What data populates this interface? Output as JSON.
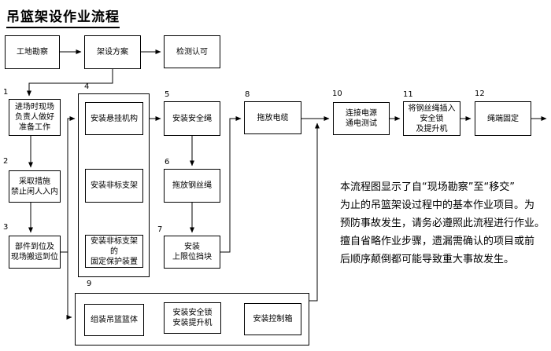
{
  "title": "吊篮架设作业流程",
  "steps": {
    "site_survey": {
      "label": "工地勘察"
    },
    "erection_plan": {
      "label": "架设方案"
    },
    "inspection": {
      "label": "检测认可"
    },
    "s1": {
      "num": "1",
      "label": "进场时现场\n负责人做好\n准备工作"
    },
    "s2": {
      "num": "2",
      "label": "采取措施\n禁止闲人入内"
    },
    "s3": {
      "num": "3",
      "label": "部件到位及\n现场搬运到位"
    },
    "g4": {
      "num": "4",
      "items": [
        {
          "label": "安装悬挂机构"
        },
        {
          "label": "安装非标支架"
        },
        {
          "label": "安装非标支架\n的\n固定保护装置"
        }
      ]
    },
    "s5": {
      "num": "5",
      "label": "安装安全绳"
    },
    "s6": {
      "num": "6",
      "label": "拖放钢丝绳"
    },
    "s7": {
      "num": "7",
      "label": "安装\n上限位挡块"
    },
    "s8": {
      "num": "8",
      "label": "拖放电缆"
    },
    "g9": {
      "num": "9",
      "items": [
        {
          "label": "组装吊篮篮体"
        },
        {
          "label": "安装安全锁\n安装提升机"
        },
        {
          "label": "安装控制箱"
        }
      ]
    },
    "s10": {
      "num": "10",
      "label": "连接电源\n通电测试"
    },
    "s11": {
      "num": "11",
      "label": "将钢丝绳插入\n安全锁\n及提升机"
    },
    "s12": {
      "num": "12",
      "label": "绳端固定"
    }
  },
  "note": "本流程图显示了自“现场勘察”至“移交”\n为止的吊篮架设过程中的基本作业项目。为\n预防事故发生，请务必遵照此流程进行作业。\n擅自省略作业步骤，遗漏需确认的项目或前\n后顺序颠倒都可能导致重大事故发生。",
  "colors": {
    "line": "#000000",
    "background": "#ffffff"
  }
}
